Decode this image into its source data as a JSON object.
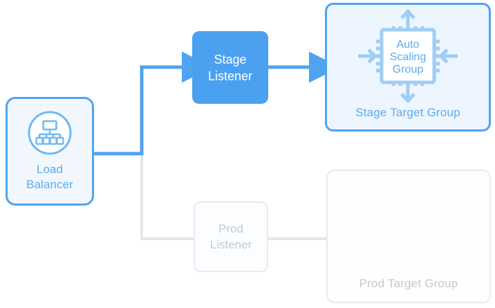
{
  "diagram": {
    "title": "Load balancer listener and target group routing diagram",
    "colors": {
      "accent_blue": "#4FA3F0",
      "accent_blue_light": "#9FCDF5",
      "label_blue": "#5BABF2",
      "panel_blue_fill": "#EDF5FE",
      "inactive_gray": "#C4C9D1",
      "inactive_border": "#E7EAEE",
      "white": "#FFFFFF"
    },
    "nodes": {
      "load_balancer": {
        "label_line1": "Load",
        "label_line2": "Balancer",
        "icon": "hierarchy-icon",
        "state": "active"
      },
      "stage_listener": {
        "label_line1": "Stage",
        "label_line2": "Listener",
        "state": "active"
      },
      "prod_listener": {
        "label_line1": "Prod",
        "label_line2": "Listener",
        "state": "inactive"
      },
      "stage_target_group": {
        "group_label": "Stage Target Group",
        "chip_line1": "Auto",
        "chip_line2": "Scaling",
        "chip_line3": "Group",
        "icon": "cpu-chip-icon",
        "scaling_arrows": [
          "arrow-up-icon",
          "arrow-right-icon",
          "arrow-left-icon",
          "arrow-down-icon"
        ],
        "state": "active"
      },
      "prod_target_group": {
        "group_label": "Prod Target Group",
        "state": "inactive"
      }
    },
    "connections": [
      {
        "name": "load-balancer-to-stage-listener",
        "from": "load_balancer",
        "to": "stage_listener",
        "style": "active",
        "color": "#4FA3F0",
        "arrowhead": true
      },
      {
        "name": "stage-listener-to-stage-target-group",
        "from": "stage_listener",
        "to": "stage_target_group",
        "style": "active",
        "color": "#4FA3F0",
        "arrowhead": true
      },
      {
        "name": "load-balancer-to-prod-listener",
        "from": "load_balancer",
        "to": "prod_listener",
        "style": "inactive",
        "color": "#E3E6EB",
        "arrowhead": false
      },
      {
        "name": "prod-listener-to-prod-target-group",
        "from": "prod_listener",
        "to": "prod_target_group",
        "style": "inactive",
        "color": "#E3E6EB",
        "arrowhead": false
      }
    ]
  }
}
